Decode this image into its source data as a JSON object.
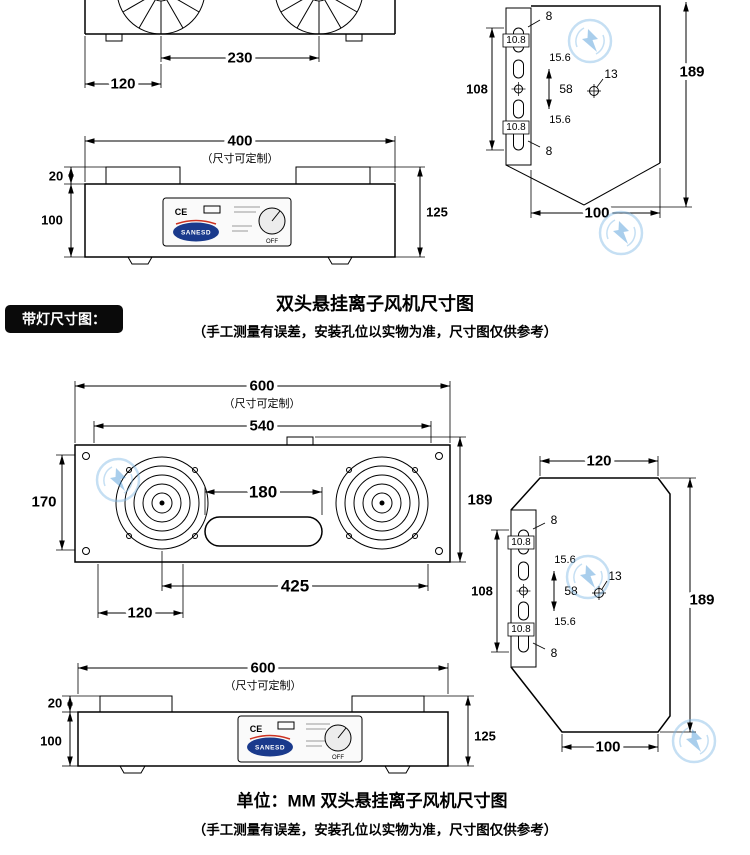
{
  "doc": {
    "accent_blue": "#1a3a8c",
    "watermark_blue": "#7fb9e6"
  },
  "badge": {
    "label": "带灯尺寸图："
  },
  "titles": {
    "mid_title": "双头悬挂离子风机尺寸图",
    "mid_subtitle": "（手工测量有误差，安装孔位以实物为准，尺寸图仅供参考）",
    "bottom_title": "单位：MM 双头悬挂离子风机尺寸图",
    "bottom_subtitle": "（手工测量有误差，安装孔位以实物为准，尺寸图仅供参考）"
  },
  "dims": {
    "customizable": "（尺寸可定制）",
    "top_view_span": "230",
    "top_view_offset": "120",
    "front_width": "400",
    "front_tab_h": "20",
    "front_body_h": "100",
    "front_total_h": "125",
    "mid_width": "600",
    "mid_inner_w": "540",
    "mid_left_h": "170",
    "mid_right_h": "189",
    "mid_light_w": "180",
    "mid_span": "425",
    "mid_offset": "120",
    "bot_width": "600",
    "bot_tab_h": "20",
    "bot_body_h": "100",
    "bot_total_h": "125",
    "side_top_gap": "8",
    "side_slot_w": "10.8",
    "side_gap": "15.6",
    "side_mid_span": "58",
    "side_hole_d": "13",
    "side_slots_span": "108",
    "side_height": "189",
    "side_bottom_w": "100",
    "side_top_w": "120"
  },
  "panel": {
    "ce_mark": "CE",
    "brand": "SANESD",
    "knob_off": "OFF"
  }
}
